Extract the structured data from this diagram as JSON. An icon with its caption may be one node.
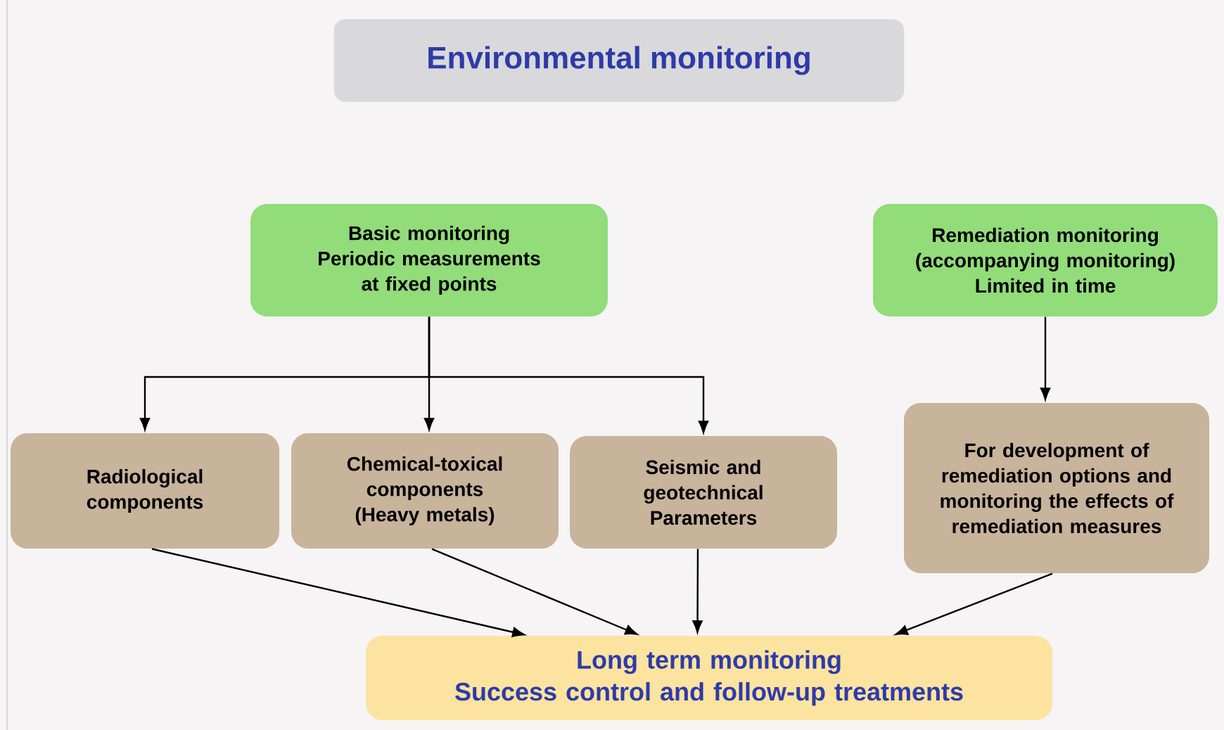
{
  "diagram": {
    "title": "Environmental monitoring",
    "nodes": [
      {
        "text": [
          "Basic monitoring",
          "Periodic measurements at fixed points"
        ]
      },
      {
        "text": [
          "Remediation monitoring",
          "(accompanying monitoring)",
          "Limited in time"
        ]
      },
      {
        "text": [
          "Radiological components"
        ]
      },
      {
        "text": [
          "Chemical-toxical components",
          "(Heavy metals)"
        ]
      },
      {
        "text": [
          "Seismic and geotechnical Parameters"
        ]
      },
      {
        "text": [
          "For development of remediation options and monitoring the effects of remediation measures"
        ]
      },
      {
        "text": [
          "Long term monitoring",
          "Success control and follow-up treatments"
        ]
      }
    ],
    "edges": [
      {
        "from": 0,
        "to": 2,
        "arrow": "to"
      },
      {
        "from": 0,
        "to": 3,
        "arrow": "to"
      },
      {
        "from": 0,
        "to": 4,
        "arrow": "to"
      },
      {
        "from": 1,
        "to": 5,
        "arrow": "to"
      },
      {
        "from": 2,
        "to": 6,
        "arrow": "to"
      },
      {
        "from": 3,
        "to": 6,
        "arrow": "to"
      },
      {
        "from": 4,
        "to": 6,
        "arrow": "to"
      },
      {
        "from": 5,
        "to": 6,
        "arrow": "to"
      }
    ]
  }
}
